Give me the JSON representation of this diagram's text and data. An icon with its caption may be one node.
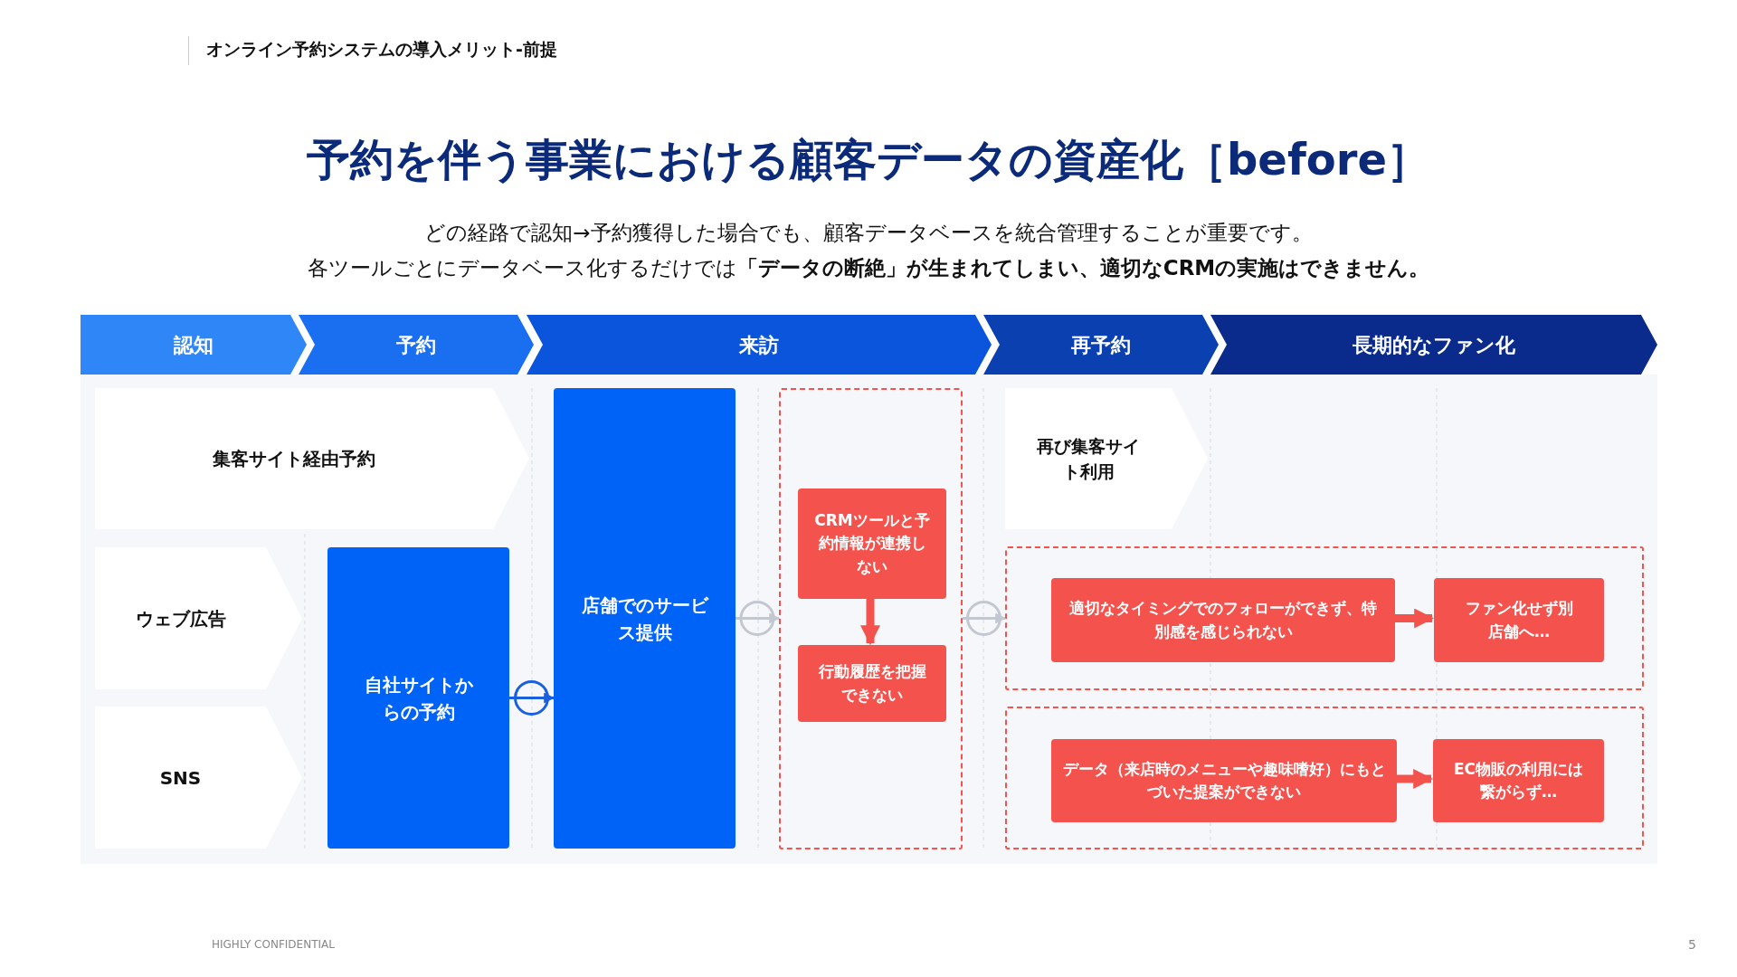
{
  "diagram": {
    "title": "予約を伴う事業における顧客データの資産化［before］",
    "nodes": [
      {
        "text": [
          "認知"
        ]
      },
      {
        "text": [
          "予約"
        ]
      },
      {
        "text": [
          "来訪"
        ]
      },
      {
        "text": [
          "再予約"
        ]
      },
      {
        "text": [
          "長期的なファン化"
        ]
      },
      {
        "text": [
          "集客サイト経由予約"
        ]
      },
      {
        "text": [
          "ウェブ広告"
        ]
      },
      {
        "text": [
          "SNS"
        ]
      },
      {
        "text": [
          "自社サイトからの予約"
        ]
      },
      {
        "text": [
          "店舗でのサービス提供"
        ]
      },
      {
        "text": [],
        "shape": "box"
      },
      {
        "text": [
          "CRMツールと予約情報が連携しない"
        ],
        "in": 10
      },
      {
        "text": [
          "行動履歴を把握できない"
        ],
        "in": 10
      },
      {
        "text": [
          "再び集客サイト利用"
        ]
      },
      {
        "text": [],
        "shape": "box"
      },
      {
        "text": [
          "適切なタイミングでのフォローができず、特別感を感じられない"
        ],
        "in": 14
      },
      {
        "text": [
          "ファン化せず別店舗へ…"
        ],
        "in": 14
      },
      {
        "text": [],
        "shape": "box"
      },
      {
        "text": [
          "データ（来店時のメニューや趣味嗜好）にもとづいた提案ができない"
        ],
        "in": 17
      },
      {
        "text": [
          "EC物販の利用には繋がらず…"
        ],
        "in": 17
      }
    ],
    "edges": [
      {
        "from": 8,
        "to": 9,
        "arrow": "to",
        "color": "#1a5fe0"
      },
      {
        "from": 9,
        "to": 10,
        "arrow": "to",
        "color": "#c3c8d0"
      },
      {
        "from": 10,
        "to": 14,
        "arrow": "to",
        "color": "#c3c8d0"
      },
      {
        "from": 11,
        "to": 12,
        "arrow": "to",
        "style": "thick"
      },
      {
        "from": 15,
        "to": 16,
        "arrow": "to",
        "style": "thick"
      },
      {
        "from": 18,
        "to": 19,
        "arrow": "to",
        "style": "thick"
      }
    ],
    "labels": [
      "オンライン予約システムの導入メリット-前提",
      "どの経路で認知→予約獲得した場合でも、顧客データベースを統合管理することが重要です。",
      "各ツールごとにデータベース化するだけでは**「データの断絶」が生まれてしまい、適切なCRMの実施はできません。**",
      "HIGHLY CONFIDENTIAL",
      "5"
    ]
  }
}
